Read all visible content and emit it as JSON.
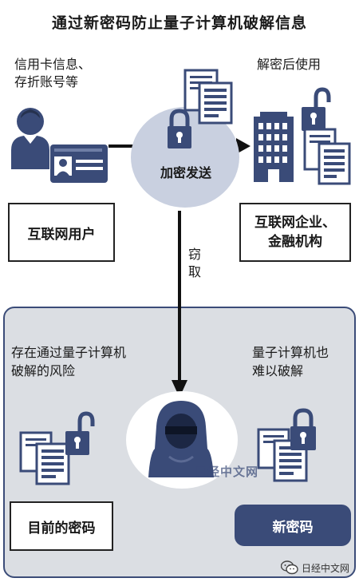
{
  "title": "通过新密码防止量子计算机破解信息",
  "top_left_label_line1": "信用卡信息、",
  "top_left_label_line2": "存折账号等",
  "top_right_label": "解密后使用",
  "center_label": "加密发送",
  "user_box_label": "互联网用户",
  "company_box_line1": "互联网企业、",
  "company_box_line2": "金融机构",
  "intercept_label_char1": "窃",
  "intercept_label_char2": "取",
  "risk_label_line1": "存在通过量子计算机",
  "risk_label_line2": "破解的风险",
  "hard_label_line1": "量子计算机也",
  "hard_label_line2": "难以破解",
  "current_password_label": "目前的密码",
  "new_password_label": "新密码",
  "watermark_text": "日经中文网",
  "footer_account": "日经中文网",
  "colors": {
    "navy": "#3a4b78",
    "circle": "#c9d0e0",
    "panel": "#dbdee3"
  },
  "icons": [
    "person-icon",
    "id-card-icon",
    "lock-icon",
    "document-icon",
    "building-icon",
    "hacker-icon",
    "wechat-icon"
  ]
}
